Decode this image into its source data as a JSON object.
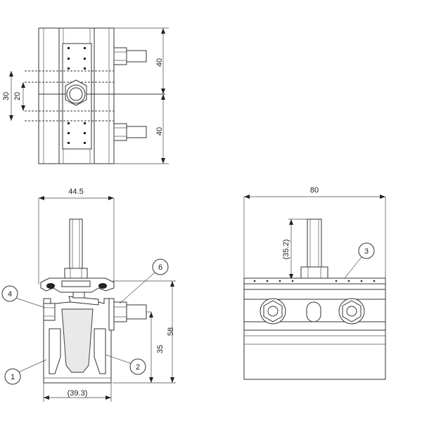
{
  "drawing": {
    "top_view": {
      "dim_height_upper": "40",
      "dim_height_lower": "40",
      "dim_span_outer": "30",
      "dim_span_inner": "20"
    },
    "front_view": {
      "dim_width_top": "44.5",
      "dim_height_total": "58",
      "dim_height_body": "35",
      "dim_width_bottom": "(39.3)"
    },
    "side_view": {
      "dim_width": "80",
      "dim_bolt_height": "(35.2)"
    },
    "callouts": [
      "1",
      "2",
      "3",
      "4",
      "6"
    ]
  }
}
